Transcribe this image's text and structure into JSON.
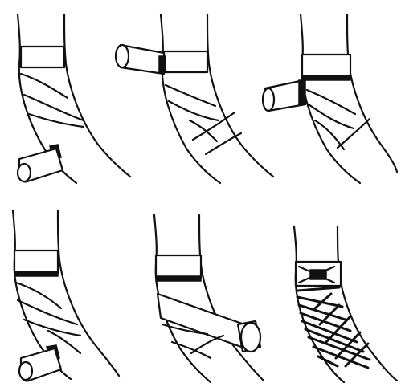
{
  "figure": {
    "kind": "illustration",
    "panels": [
      {
        "step": 1,
        "roll_side": "left-bottom"
      },
      {
        "step": 2,
        "roll_side": "left-top"
      },
      {
        "step": 3,
        "roll_side": "left-middle"
      },
      {
        "step": 4,
        "roll_side": "left-bottom"
      },
      {
        "step": 5,
        "roll_side": "right-middle"
      },
      {
        "step": 6,
        "roll_side": "none"
      }
    ],
    "colors": {
      "ink": "#111111",
      "paper": "#ffffff"
    }
  }
}
